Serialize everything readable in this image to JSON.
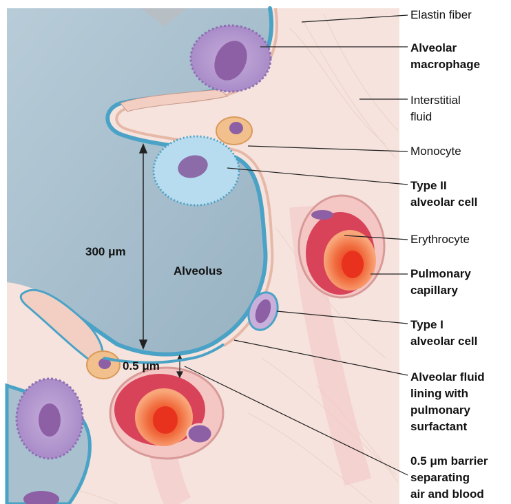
{
  "diagram": {
    "in_figure_labels": {
      "alveolus": "Alveolus",
      "distance": "300 μm",
      "barrier": "0.5 μm"
    },
    "callouts": [
      {
        "id": "elastin",
        "text": "Elastin fiber",
        "bold": false
      },
      {
        "id": "macrophage",
        "text": "Alveolar\nmacrophage",
        "bold": true
      },
      {
        "id": "interstitial",
        "text": "Interstitial\nfluid",
        "bold": false
      },
      {
        "id": "monocyte",
        "text": "Monocyte",
        "bold": false
      },
      {
        "id": "type2",
        "text": "Type II\nalveolar cell",
        "bold": true
      },
      {
        "id": "erythrocyte",
        "text": "Erythrocyte",
        "bold": false
      },
      {
        "id": "capillary",
        "text": "Pulmonary\ncapillary",
        "bold": true
      },
      {
        "id": "type1",
        "text": "Type I\nalveolar cell",
        "bold": true
      },
      {
        "id": "fluidlining",
        "text": "Alveolar fluid\nlining with\npulmonary\nsurfactant",
        "bold": true
      },
      {
        "id": "barrierlabel",
        "text": "0.5 μm barrier\nseparating\nair and blood",
        "bold": true
      }
    ],
    "colors": {
      "alveolar_air": "#aec3d0",
      "epithelium": "#4aa3c6",
      "interstitium": "#f6e3dd",
      "macrophage": "#b79ad0",
      "capillary_wall": "#efb6b9",
      "plasma": "#d8435a",
      "erythrocyte": "#f26a3c",
      "monocyte": "#f2c08c"
    }
  }
}
